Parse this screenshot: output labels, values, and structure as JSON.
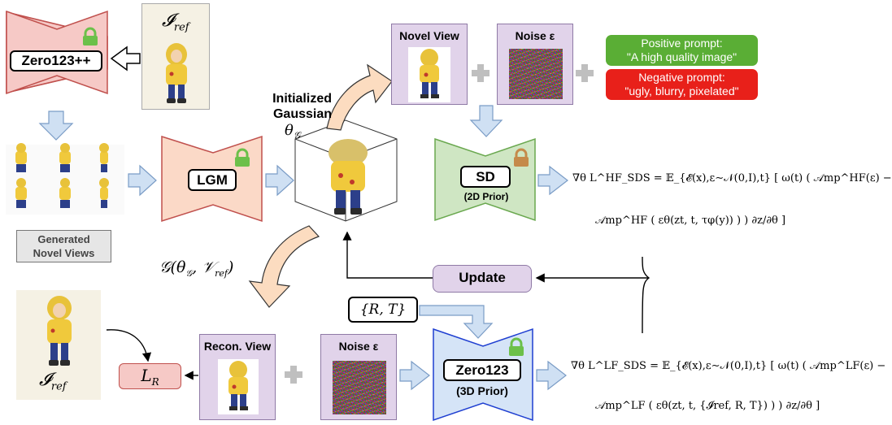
{
  "zero123pp": {
    "label": "Zero123++"
  },
  "iref_top": {
    "label": "𝓘",
    "sub": "ref"
  },
  "generated": {
    "line1": "Generated",
    "line2": "Novel Views"
  },
  "lgm": {
    "label": "LGM"
  },
  "gaussian": {
    "line1": "Initialized",
    "line2": "Gaussian",
    "theta": "θ",
    "theta_sub": "𝒢"
  },
  "novel_view": {
    "label": "Novel View"
  },
  "noise_top": {
    "label": "Noise ε"
  },
  "positive": {
    "line1": "Positive prompt:",
    "line2": "\"A high quality image\""
  },
  "negative": {
    "line1": "Negative prompt:",
    "line2": "\"ugly, blurry, pixelated\""
  },
  "sd": {
    "label": "SD",
    "sub": "(2D Prior)"
  },
  "update": {
    "label": "Update"
  },
  "g_func": {
    "label": "𝒢(θ",
    "s1": "𝒢",
    "mid": ", 𝒱",
    "s2": "ref",
    "end": ")"
  },
  "rt": {
    "label": "{R, T}"
  },
  "recon_view": {
    "label": "Recon. View"
  },
  "noise_bottom": {
    "label": "Noise ε"
  },
  "zero123": {
    "label": "Zero123",
    "sub": "(3D Prior)"
  },
  "lr": {
    "label": "L",
    "sub": "R"
  },
  "iref_bottom": {
    "label": "𝓘",
    "sub": "ref"
  },
  "eq_hf": {
    "line1": "∇θ L^HF_SDS = 𝔼_{𝓔(x),ε∼𝒩(0,I),t} [ ω(t) ( 𝒜mp^HF(ε) −",
    "line2": "𝒜mp^HF ( εθ(zt, t, τφ(y)) ) ) ∂z/∂θ ]"
  },
  "eq_lf": {
    "line1": "∇θ L^LF_SDS = 𝔼_{𝓔(x),ε∼𝒩(0,I),t} [ ω(t) ( 𝒜mp^LF(ε) −",
    "line2": "𝒜mp^LF ( εθ(zt, t, {𝓘ref, R, T}) ) ) ∂z/∂θ ]"
  },
  "colors": {
    "zero123pp": "#f6c9c6",
    "lgm": "#fbd9c7",
    "sd": "#cfe6c3",
    "zero123": "#d5e4f7",
    "update": "#e1d3ea",
    "positive": "#5aae35",
    "negative": "#e8201a"
  }
}
